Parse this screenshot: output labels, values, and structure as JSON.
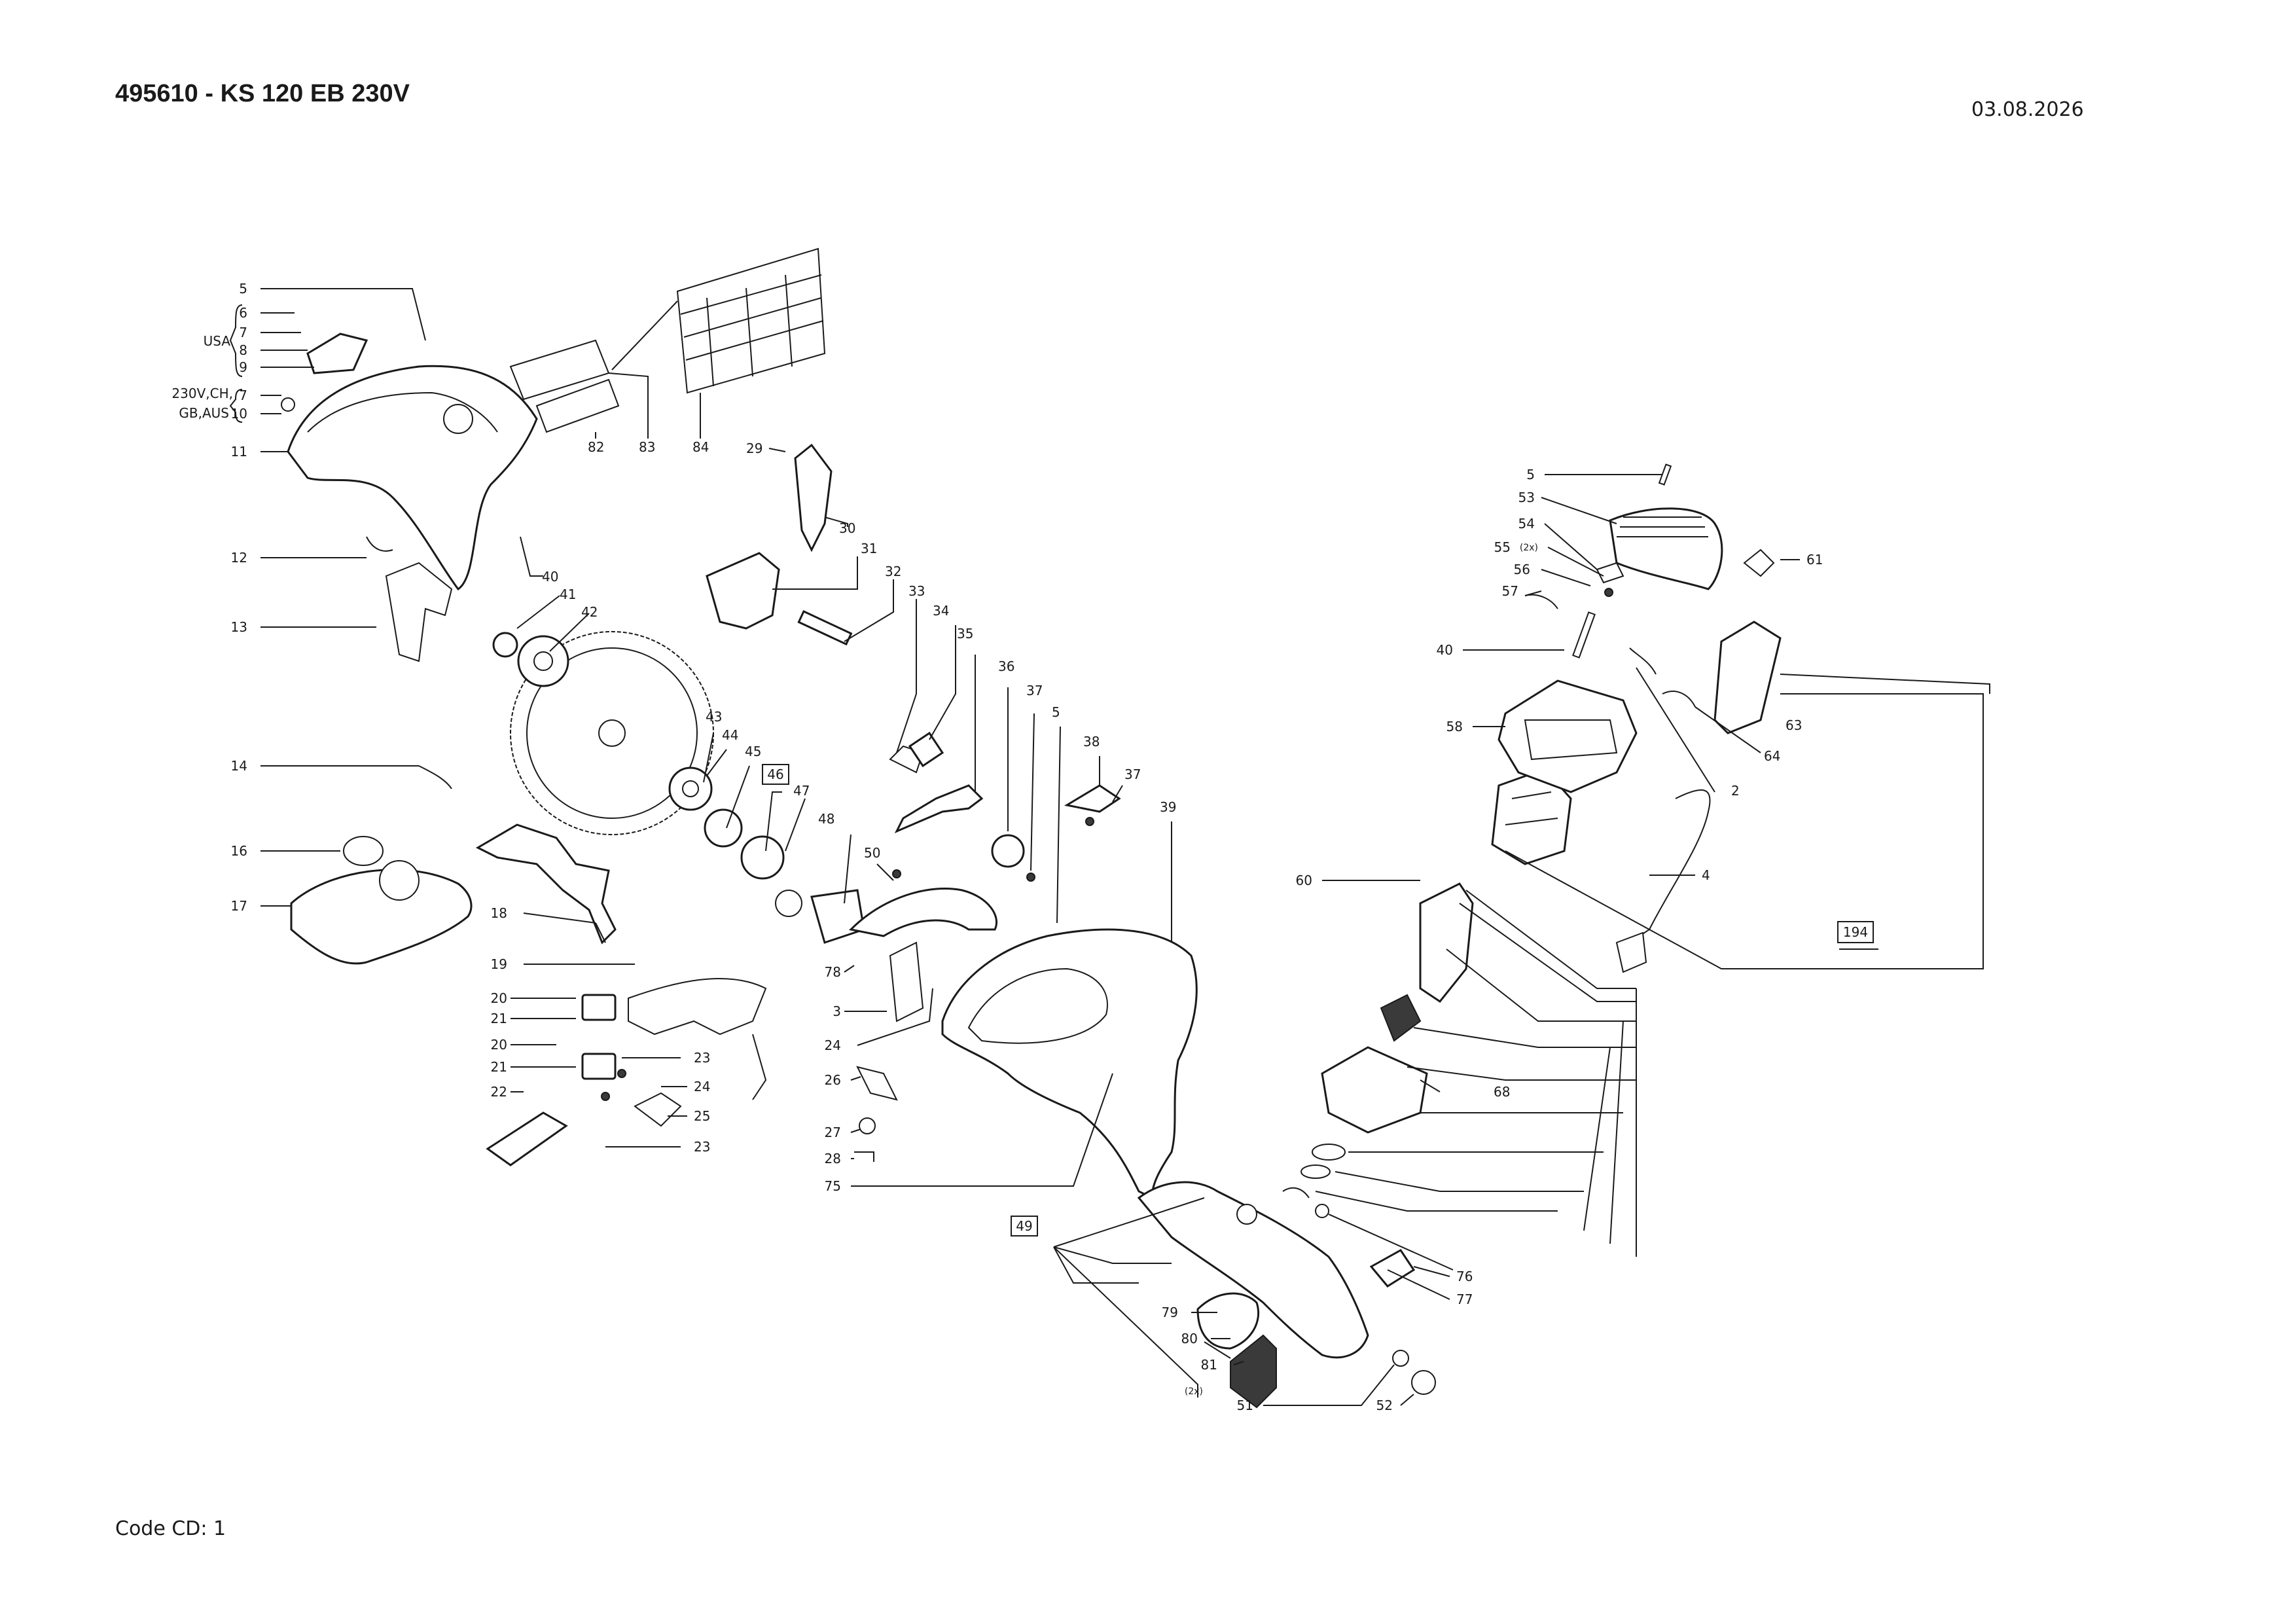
{
  "header": {
    "title": "495610 - KS 120 EB 230V",
    "date": "03.08.2026"
  },
  "footer": {
    "code": "Code CD: 1"
  },
  "diagram": {
    "group_labels": {
      "usa": "USA",
      "region_line1": "230V,CH,",
      "region_line2": "GB,AUS"
    },
    "multiplier_2x": "(2x)",
    "callouts": [
      {
        "id": "c5a",
        "text": "5"
      },
      {
        "id": "c6",
        "text": "6"
      },
      {
        "id": "c7a",
        "text": "7"
      },
      {
        "id": "c8",
        "text": "8"
      },
      {
        "id": "c9",
        "text": "9"
      },
      {
        "id": "c7b",
        "text": "7"
      },
      {
        "id": "c10",
        "text": "10"
      },
      {
        "id": "c11",
        "text": "11"
      },
      {
        "id": "c12",
        "text": "12"
      },
      {
        "id": "c13",
        "text": "13"
      },
      {
        "id": "c14",
        "text": "14"
      },
      {
        "id": "c16",
        "text": "16"
      },
      {
        "id": "c17",
        "text": "17"
      },
      {
        "id": "c18",
        "text": "18"
      },
      {
        "id": "c19",
        "text": "19"
      },
      {
        "id": "c20a",
        "text": "20"
      },
      {
        "id": "c21a",
        "text": "21"
      },
      {
        "id": "c20b",
        "text": "20"
      },
      {
        "id": "c21b",
        "text": "21"
      },
      {
        "id": "c22",
        "text": "22"
      },
      {
        "id": "c23a",
        "text": "23"
      },
      {
        "id": "c24a",
        "text": "24"
      },
      {
        "id": "c25",
        "text": "25"
      },
      {
        "id": "c23b",
        "text": "23"
      },
      {
        "id": "c40a",
        "text": "40"
      },
      {
        "id": "c41",
        "text": "41"
      },
      {
        "id": "c42",
        "text": "42"
      },
      {
        "id": "c82",
        "text": "82"
      },
      {
        "id": "c83",
        "text": "83"
      },
      {
        "id": "c84",
        "text": "84"
      },
      {
        "id": "c29",
        "text": "29"
      },
      {
        "id": "c30",
        "text": "30"
      },
      {
        "id": "c31",
        "text": "31"
      },
      {
        "id": "c32",
        "text": "32"
      },
      {
        "id": "c33",
        "text": "33"
      },
      {
        "id": "c34",
        "text": "34"
      },
      {
        "id": "c35",
        "text": "35"
      },
      {
        "id": "c36",
        "text": "36"
      },
      {
        "id": "c37a",
        "text": "37"
      },
      {
        "id": "c5b",
        "text": "5"
      },
      {
        "id": "c38",
        "text": "38"
      },
      {
        "id": "c37b",
        "text": "37"
      },
      {
        "id": "c39",
        "text": "39"
      },
      {
        "id": "c43",
        "text": "43"
      },
      {
        "id": "c44",
        "text": "44"
      },
      {
        "id": "c45",
        "text": "45"
      },
      {
        "id": "c46",
        "text": "46"
      },
      {
        "id": "c47",
        "text": "47"
      },
      {
        "id": "c48",
        "text": "48"
      },
      {
        "id": "c50",
        "text": "50"
      },
      {
        "id": "c78",
        "text": "78"
      },
      {
        "id": "c3",
        "text": "3"
      },
      {
        "id": "c24b",
        "text": "24"
      },
      {
        "id": "c26",
        "text": "26"
      },
      {
        "id": "c27",
        "text": "27"
      },
      {
        "id": "c28",
        "text": "28"
      },
      {
        "id": "c75",
        "text": "75"
      },
      {
        "id": "c49",
        "text": "49"
      },
      {
        "id": "c79",
        "text": "79"
      },
      {
        "id": "c80",
        "text": "80"
      },
      {
        "id": "c81",
        "text": "81"
      },
      {
        "id": "c51",
        "text": "51"
      },
      {
        "id": "c52",
        "text": "52"
      },
      {
        "id": "c76",
        "text": "76"
      },
      {
        "id": "c77",
        "text": "77"
      },
      {
        "id": "c5c",
        "text": "5"
      },
      {
        "id": "c53",
        "text": "53"
      },
      {
        "id": "c54",
        "text": "54"
      },
      {
        "id": "c55",
        "text": "55"
      },
      {
        "id": "c56",
        "text": "56"
      },
      {
        "id": "c57",
        "text": "57"
      },
      {
        "id": "c40b",
        "text": "40"
      },
      {
        "id": "c58",
        "text": "58"
      },
      {
        "id": "c61",
        "text": "61"
      },
      {
        "id": "c63",
        "text": "63"
      },
      {
        "id": "c64",
        "text": "64"
      },
      {
        "id": "c2",
        "text": "2"
      },
      {
        "id": "c4",
        "text": "4"
      },
      {
        "id": "c60",
        "text": "60"
      },
      {
        "id": "c194",
        "text": "194"
      },
      {
        "id": "c68",
        "text": "68"
      }
    ]
  }
}
